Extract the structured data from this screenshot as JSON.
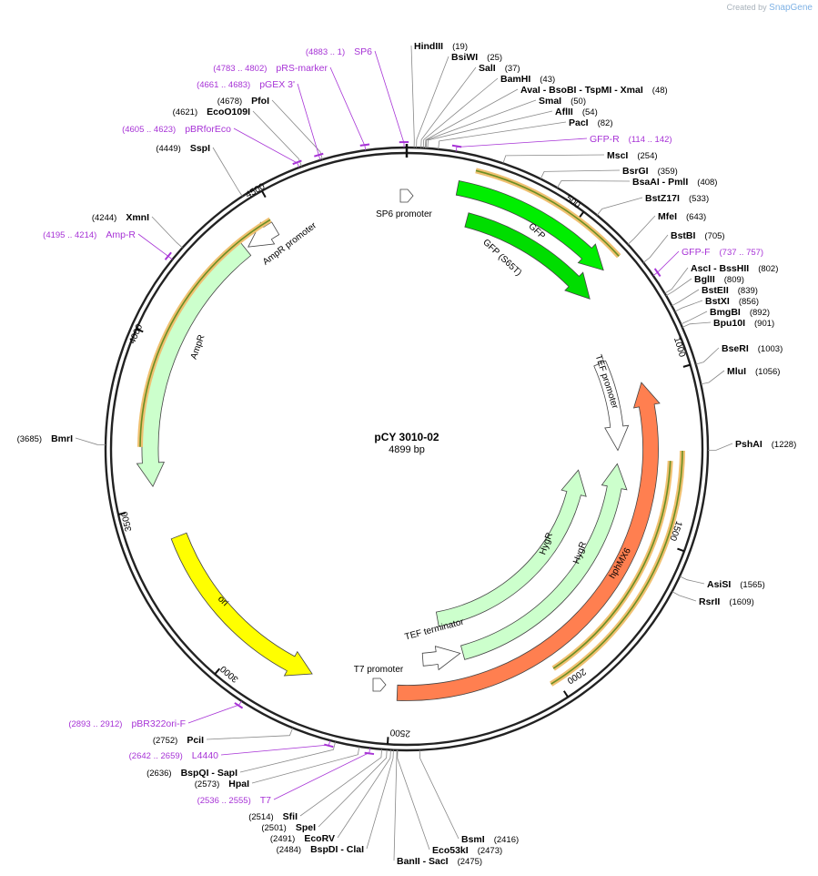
{
  "credit": {
    "prefix": "Created by",
    "brand": "SnapGene"
  },
  "plasmid": {
    "name": "pCY 3010-02",
    "length_label": "4899 bp",
    "length": 4899
  },
  "ticks": [
    {
      "pos": 500,
      "label": "500"
    },
    {
      "pos": 1000,
      "label": "1000"
    },
    {
      "pos": 1500,
      "label": "1500"
    },
    {
      "pos": 2000,
      "label": "2000"
    },
    {
      "pos": 2500,
      "label": "2500"
    },
    {
      "pos": 3000,
      "label": "3000"
    },
    {
      "pos": 3500,
      "label": "3500"
    },
    {
      "pos": 4000,
      "label": "4000"
    },
    {
      "pos": 4500,
      "label": "4500"
    }
  ],
  "sites": [
    {
      "name": "HindIII",
      "pos": "(19)"
    },
    {
      "name": "BsiWI",
      "pos": "(25)"
    },
    {
      "name": "SalI",
      "pos": "(37)"
    },
    {
      "name": "BamHI",
      "pos": "(43)"
    },
    {
      "name": "AvaI - BsoBI - TspMI - XmaI",
      "pos": "(48)"
    },
    {
      "name": "SmaI",
      "pos": "(50)"
    },
    {
      "name": "AflII",
      "pos": "(54)"
    },
    {
      "name": "PacI",
      "pos": "(82)"
    },
    {
      "name": "MscI",
      "pos": "(254)"
    },
    {
      "name": "BsrGI",
      "pos": "(359)"
    },
    {
      "name": "BsaAI - PmlI",
      "pos": "(408)"
    },
    {
      "name": "BstZ17I",
      "pos": "(533)"
    },
    {
      "name": "MfeI",
      "pos": "(643)"
    },
    {
      "name": "BstBI",
      "pos": "(705)"
    },
    {
      "name": "AscI - BssHII",
      "pos": "(802)"
    },
    {
      "name": "BglII",
      "pos": "(809)"
    },
    {
      "name": "BstEII",
      "pos": "(839)"
    },
    {
      "name": "BstXI",
      "pos": "(856)"
    },
    {
      "name": "BmgBI",
      "pos": "(892)"
    },
    {
      "name": "Bpu10I",
      "pos": "(901)"
    },
    {
      "name": "BseRI",
      "pos": "(1003)"
    },
    {
      "name": "MluI",
      "pos": "(1056)"
    },
    {
      "name": "PshAI",
      "pos": "(1228)"
    },
    {
      "name": "AsiSI",
      "pos": "(1565)"
    },
    {
      "name": "RsrII",
      "pos": "(1609)"
    },
    {
      "name": "BsmI",
      "pos": "(2416)"
    },
    {
      "name": "Eco53kI",
      "pos": "(2473)"
    },
    {
      "name": "BanII - SacI",
      "pos": "(2475)"
    },
    {
      "name": "BspDI - ClaI",
      "pos": "(2484)"
    },
    {
      "name": "EcoRV",
      "pos": "(2491)"
    },
    {
      "name": "SpeI",
      "pos": "(2501)"
    },
    {
      "name": "SfiI",
      "pos": "(2514)"
    },
    {
      "name": "HpaI",
      "pos": "(2573)"
    },
    {
      "name": "BspQI - SapI",
      "pos": "(2636)"
    },
    {
      "name": "PciI",
      "pos": "(2752)"
    },
    {
      "name": "BmrI",
      "pos": "(3685)"
    },
    {
      "name": "XmnI",
      "pos": "(4244)"
    },
    {
      "name": "SspI",
      "pos": "(4449)"
    },
    {
      "name": "EcoO109I",
      "pos": "(4621)"
    },
    {
      "name": "PfoI",
      "pos": "(4678)"
    }
  ],
  "primers": [
    {
      "name": "SP6",
      "range": "(4883 .. 1)"
    },
    {
      "name": "pRS-marker",
      "range": "(4783 .. 4802)"
    },
    {
      "name": "pGEX 3'",
      "range": "(4661 .. 4683)"
    },
    {
      "name": "pBRforEco",
      "range": "(4605 .. 4623)"
    },
    {
      "name": "GFP-R",
      "range": "(114 .. 142)"
    },
    {
      "name": "GFP-F",
      "range": "(737 .. 757)"
    },
    {
      "name": "Amp-R",
      "range": "(4195 .. 4214)"
    },
    {
      "name": "pBR322ori-F",
      "range": "(2893 .. 2912)"
    },
    {
      "name": "L4440",
      "range": "(2642 .. 2659)"
    },
    {
      "name": "T7",
      "range": "(2536 .. 2555)"
    }
  ],
  "features": [
    {
      "name": "GFP",
      "color": "#00ee00"
    },
    {
      "name": "GFP (S65T)",
      "color": "#00dd00"
    },
    {
      "name": "hphMX6",
      "color": "#ff7f50"
    },
    {
      "name": "HygR",
      "color": "#ccffcc"
    },
    {
      "name": "HygR",
      "color": "#ccffcc"
    },
    {
      "name": "TEF promoter",
      "color": "#ffffff"
    },
    {
      "name": "TEF terminator",
      "color": "#ffffff"
    },
    {
      "name": "T7 promoter",
      "color": "#ffffff"
    },
    {
      "name": "SP6 promoter",
      "color": "#ffffff"
    },
    {
      "name": "AmpR",
      "color": "#ccffcc"
    },
    {
      "name": "AmpR promoter",
      "color": "#ffffff"
    },
    {
      "name": "ori",
      "color": "#ffff00"
    }
  ],
  "colors": {
    "primer": "#a733d6",
    "primer_arrow_orange": "#f0c070",
    "primer_arrow_core": "#6b8e23"
  }
}
